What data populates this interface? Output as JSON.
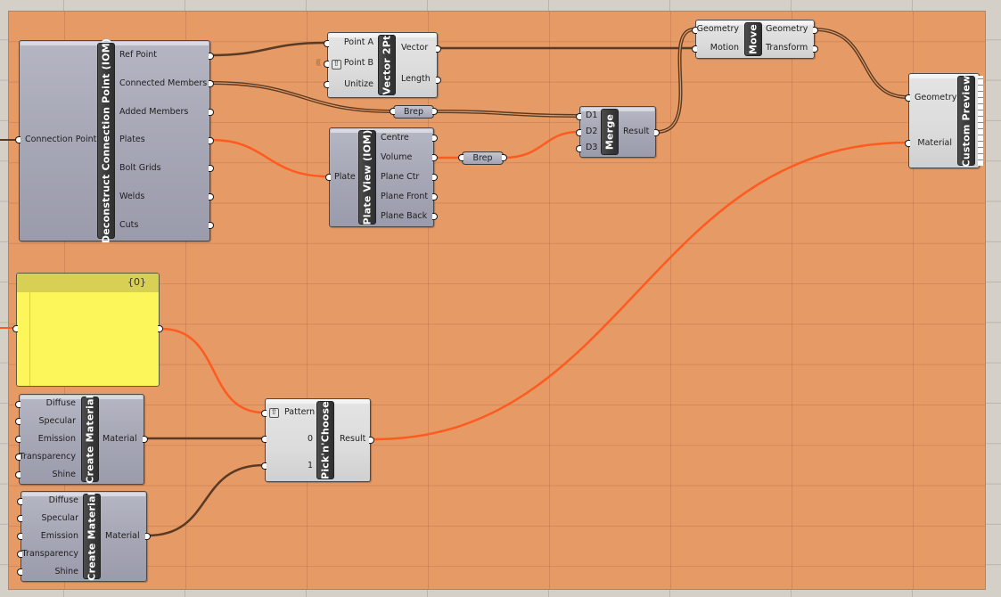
{
  "colors": {
    "canvas": "#d4d0c8",
    "group": "#e69b67",
    "wire_default": "#5a3a22",
    "wire_selected": "#ff5a1f",
    "panel": "#fdf65a"
  },
  "nodes": {
    "deconstruct": {
      "title": "Deconstruct Connection Point (IOM)",
      "inputs": [
        "Connection Point"
      ],
      "outputs": [
        "Ref Point",
        "Connected Members",
        "Added Members",
        "Plates",
        "Bolt Grids",
        "Welds",
        "Cuts"
      ]
    },
    "vector2pt": {
      "title": "Vector 2Pt",
      "inputs": [
        "Point A",
        "Point B",
        "Unitize"
      ],
      "outputs": [
        "Vector",
        "Length"
      ],
      "pointb_icon": "param-flip-icon"
    },
    "move": {
      "title": "Move",
      "inputs": [
        "Geometry",
        "Motion"
      ],
      "outputs": [
        "Geometry",
        "Transform"
      ]
    },
    "custom_preview": {
      "title": "Custom Preview",
      "inputs": [
        "Geometry",
        "Material"
      ]
    },
    "brep1": {
      "label": "Brep"
    },
    "brep2": {
      "label": "Brep"
    },
    "plate_view": {
      "title": "Plate View (IOM)",
      "inputs": [
        "Plate"
      ],
      "outputs": [
        "Centre",
        "Volume",
        "Plane Ctr",
        "Plane Front",
        "Plane Back"
      ]
    },
    "merge": {
      "title": "Merge",
      "inputs": [
        "D1",
        "D2",
        "D3"
      ],
      "outputs": [
        "Result"
      ]
    },
    "panel": {
      "path": "{0}"
    },
    "create_material_1": {
      "title": "Create Material",
      "inputs": [
        "Diffuse",
        "Specular",
        "Emission",
        "Transparency",
        "Shine"
      ],
      "outputs": [
        "Material"
      ]
    },
    "create_material_2": {
      "title": "Create Material",
      "inputs": [
        "Diffuse",
        "Specular",
        "Emission",
        "Transparency",
        "Shine"
      ],
      "outputs": [
        "Material"
      ]
    },
    "pick_n_choose": {
      "title": "Pick'n'Choose",
      "inputs": [
        "Pattern",
        "0",
        "1"
      ],
      "outputs": [
        "Result"
      ]
    }
  }
}
